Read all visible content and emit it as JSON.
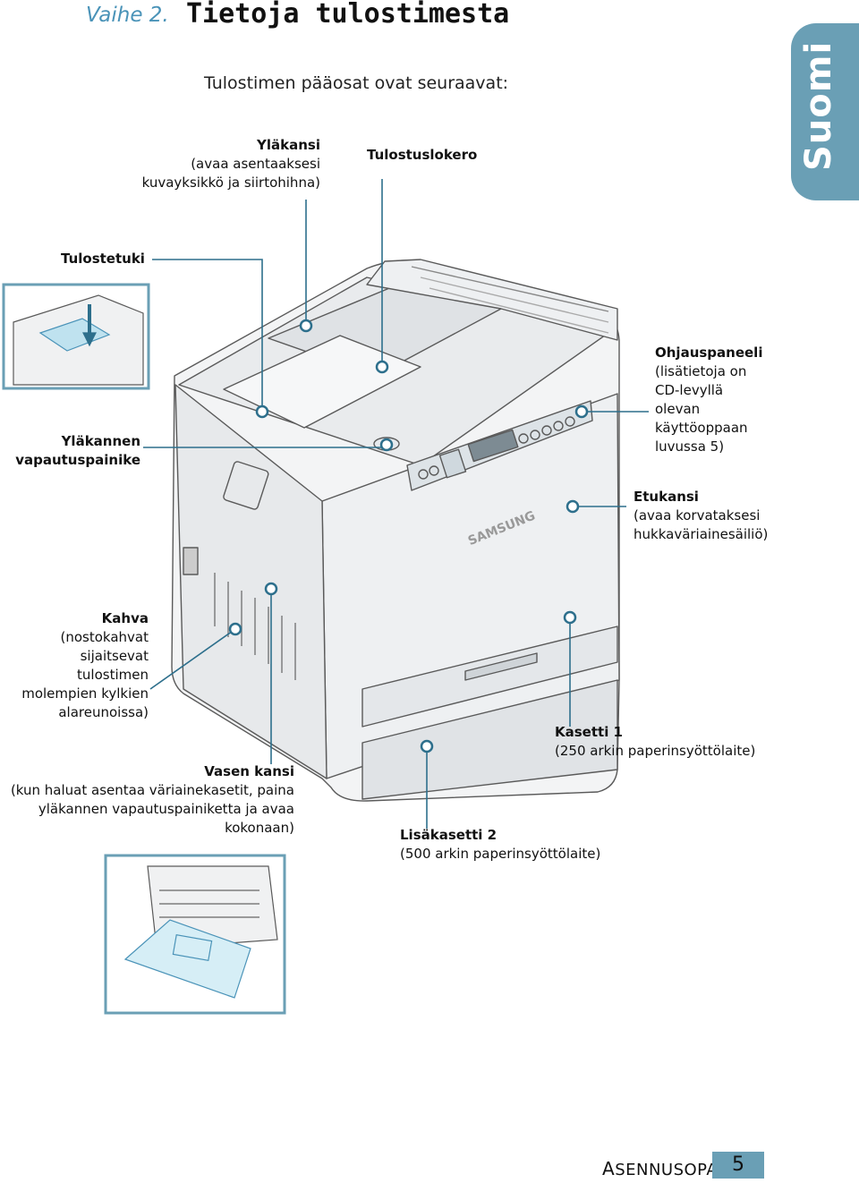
{
  "header": {
    "step": "Vaihe 2.",
    "title": "Tietoja tulostimesta"
  },
  "intro": "Tulostimen pääosat ovat seuraavat:",
  "side_tab": {
    "language": "Suomi"
  },
  "labels": {
    "top_cover": {
      "title": "Yläkansi",
      "lines": [
        "(avaa asentaaksesi",
        "kuvayksikkö ja siirtohihna)"
      ]
    },
    "output_tray": {
      "title": "Tulostuslokero"
    },
    "output_support": {
      "title": "Tulostetuki"
    },
    "top_cover_release": {
      "lines": [
        "Yläkannen",
        "vapautuspainike"
      ]
    },
    "control_panel": {
      "title": "Ohjauspaneeli",
      "lines": [
        "(lisätietoja on",
        "CD-levyllä",
        "olevan",
        "käyttöoppaan",
        "luvussa 5)"
      ]
    },
    "front_cover": {
      "title": "Etukansi",
      "lines": [
        "(avaa korvataksesi",
        "hukkaväriainesäiliö)"
      ]
    },
    "handle": {
      "title": "Kahva",
      "lines": [
        "(nostokahvat",
        "sijaitsevat",
        "tulostimen",
        "molempien kylkien",
        "alareunoissa)"
      ]
    },
    "tray1": {
      "title": "Kasetti 1",
      "lines": [
        "(250 arkin paperinsyöttölaite)"
      ]
    },
    "left_cover": {
      "title": "Vasen kansi",
      "lines": [
        "(kun haluat asentaa väriainekasetit, paina",
        "yläkannen vapautuspainiketta ja avaa",
        "kokonaan)"
      ]
    },
    "tray2": {
      "title": "Lisäkasetti 2",
      "lines": [
        "(500 arkin paperinsyöttölaite)"
      ]
    }
  },
  "brand": "SAMSUNG",
  "footer": {
    "section_first": "A",
    "section_rest": "SENNUSOPAS",
    "page": "5"
  },
  "colors": {
    "accent": "#6a9fb5",
    "callout_line": "#2d6f8c",
    "step": "#4a93b8"
  }
}
